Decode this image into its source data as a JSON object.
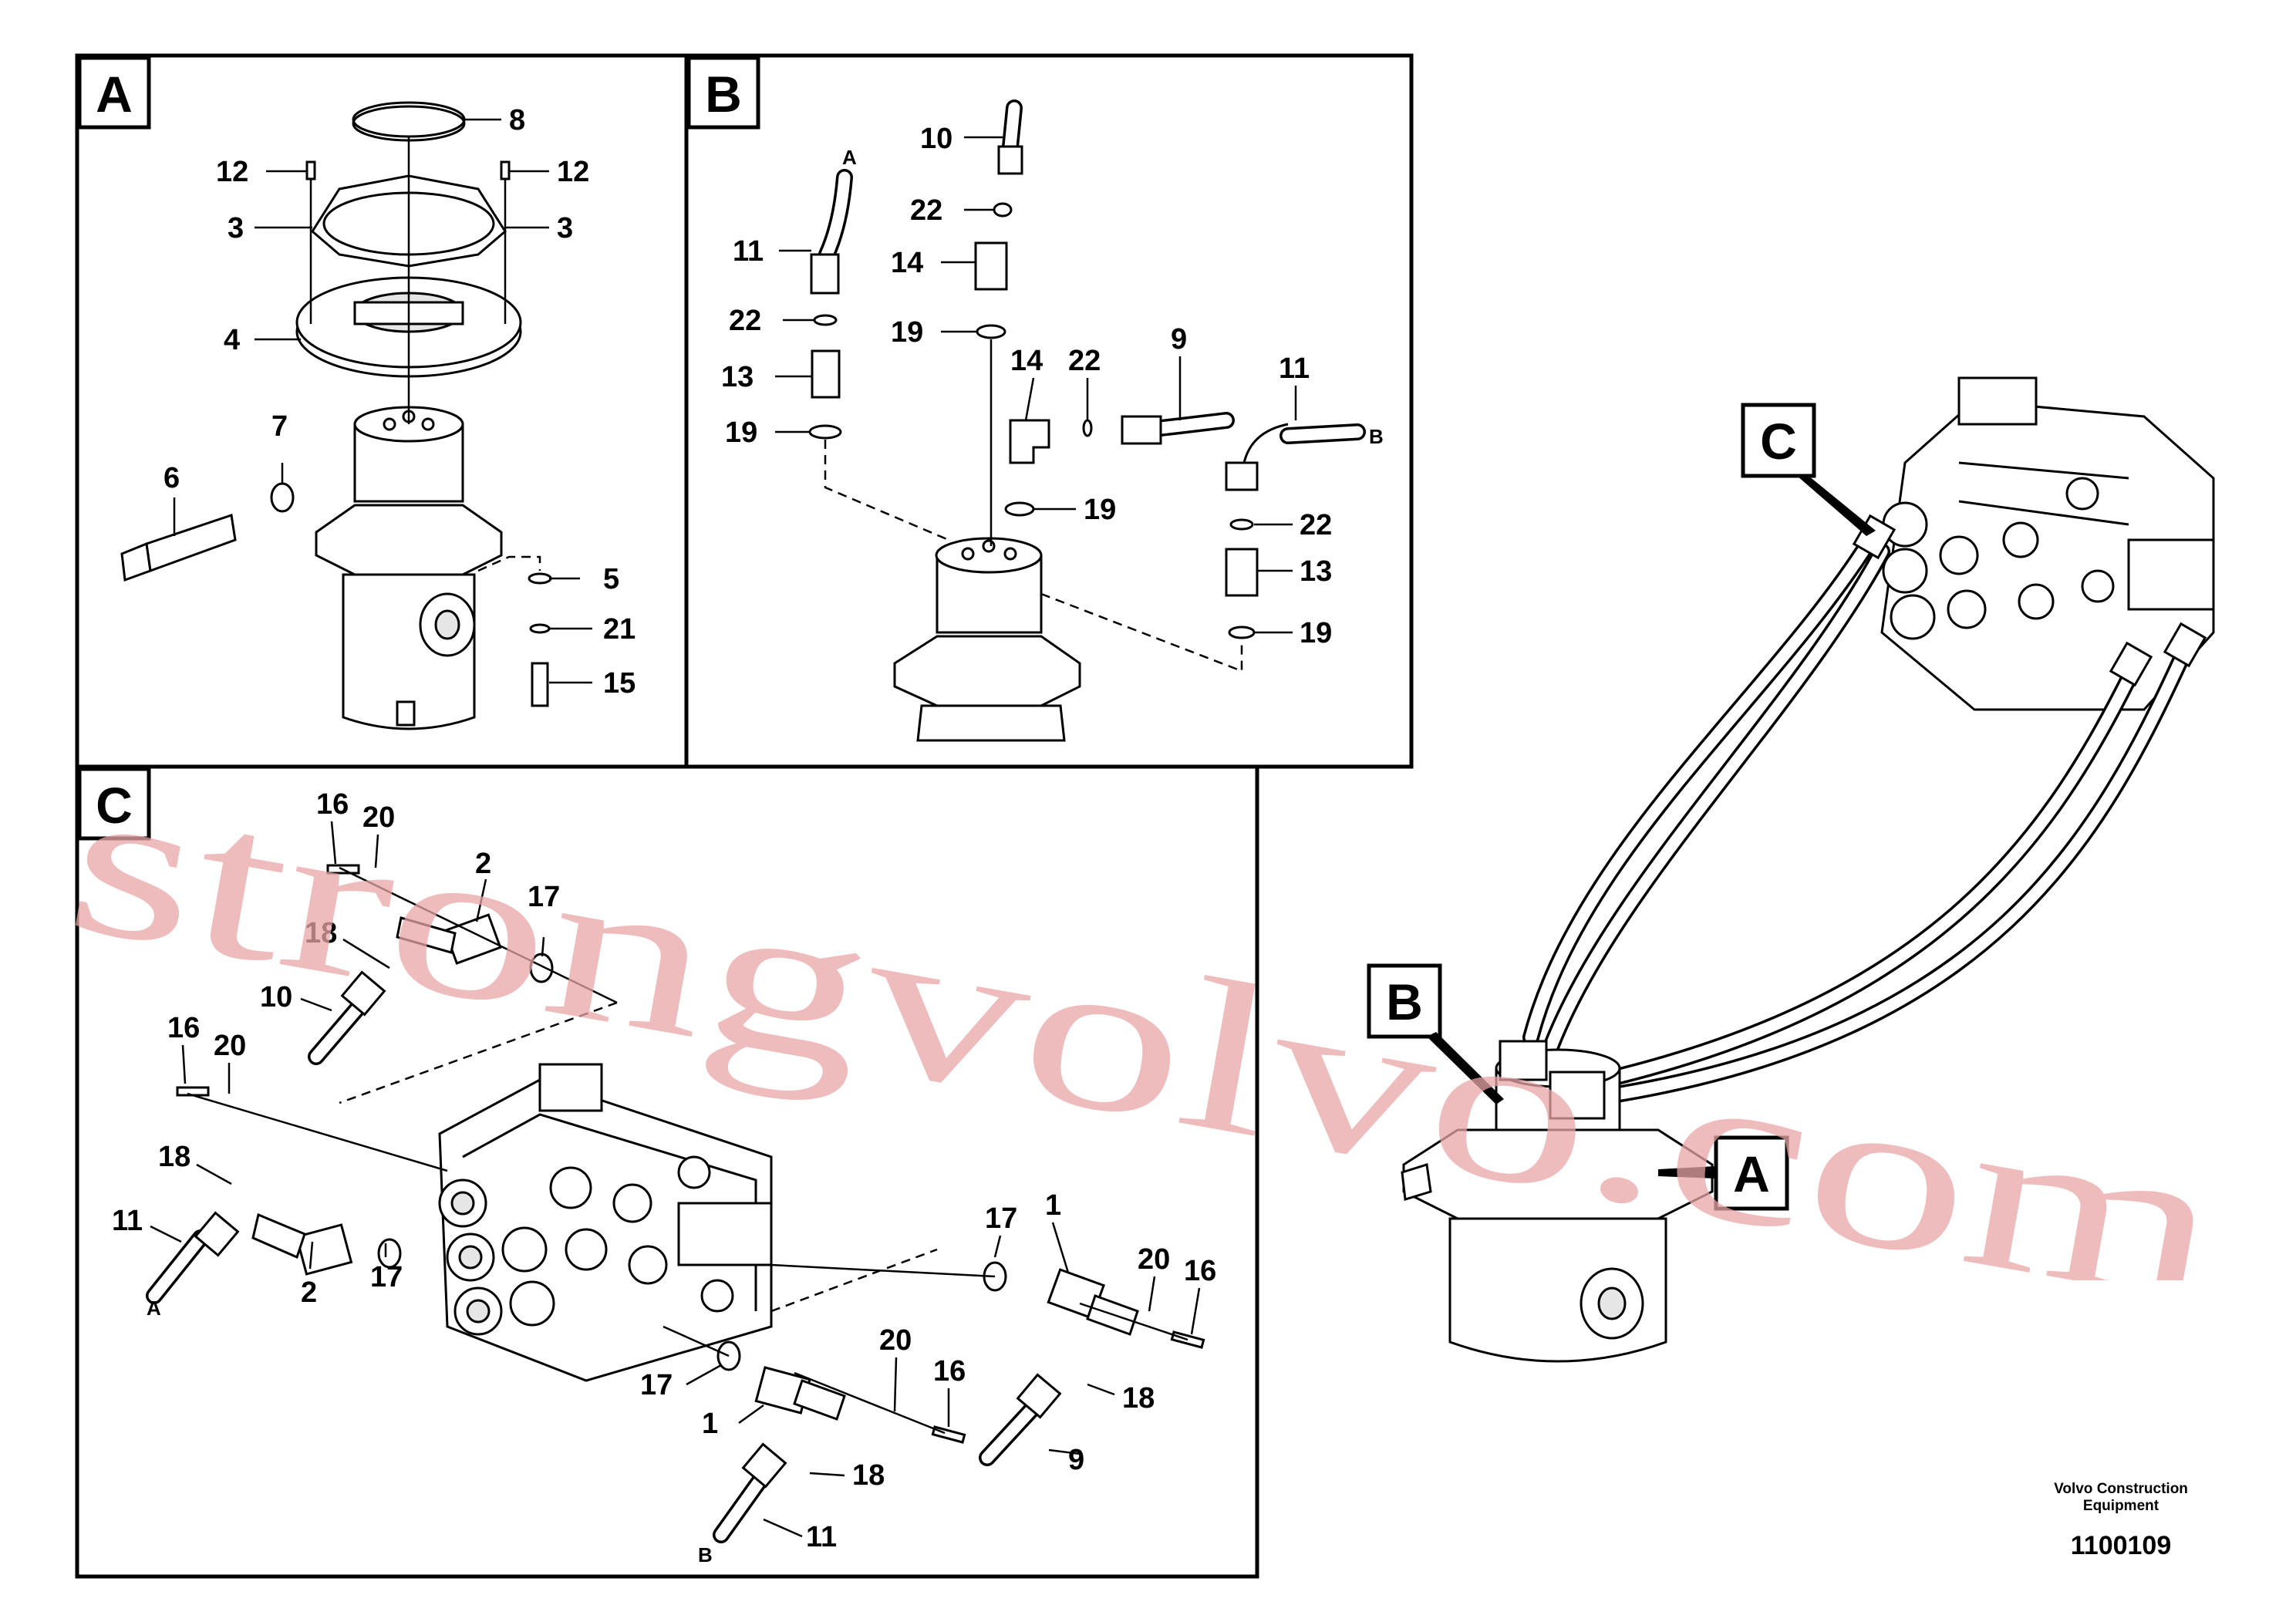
{
  "panels": {
    "a": {
      "tag": "A",
      "callouts": [
        "8",
        "12",
        "12",
        "3",
        "3",
        "4",
        "7",
        "6",
        "5",
        "21",
        "15"
      ]
    },
    "b": {
      "tag": "B",
      "callouts": [
        "10",
        "22",
        "14",
        "19",
        "11",
        "22",
        "13",
        "19",
        "14",
        "22",
        "9",
        "11",
        "19",
        "22",
        "13",
        "19"
      ],
      "hose_ends": [
        "A",
        "B"
      ]
    },
    "c": {
      "tag": "C",
      "callouts": [
        "16",
        "20",
        "2",
        "17",
        "18",
        "10",
        "16",
        "20",
        "18",
        "11",
        "2",
        "17",
        "17",
        "1",
        "20",
        "16",
        "20",
        "16",
        "17",
        "1",
        "18",
        "9",
        "18",
        "11"
      ],
      "hose_ends": [
        "A",
        "B"
      ]
    }
  },
  "overview": {
    "tags": [
      "C",
      "B",
      "A"
    ]
  },
  "watermark": "strongvolvo.com",
  "footer": {
    "company": "Volvo Construction Equipment",
    "drawing_number": "1100109"
  }
}
